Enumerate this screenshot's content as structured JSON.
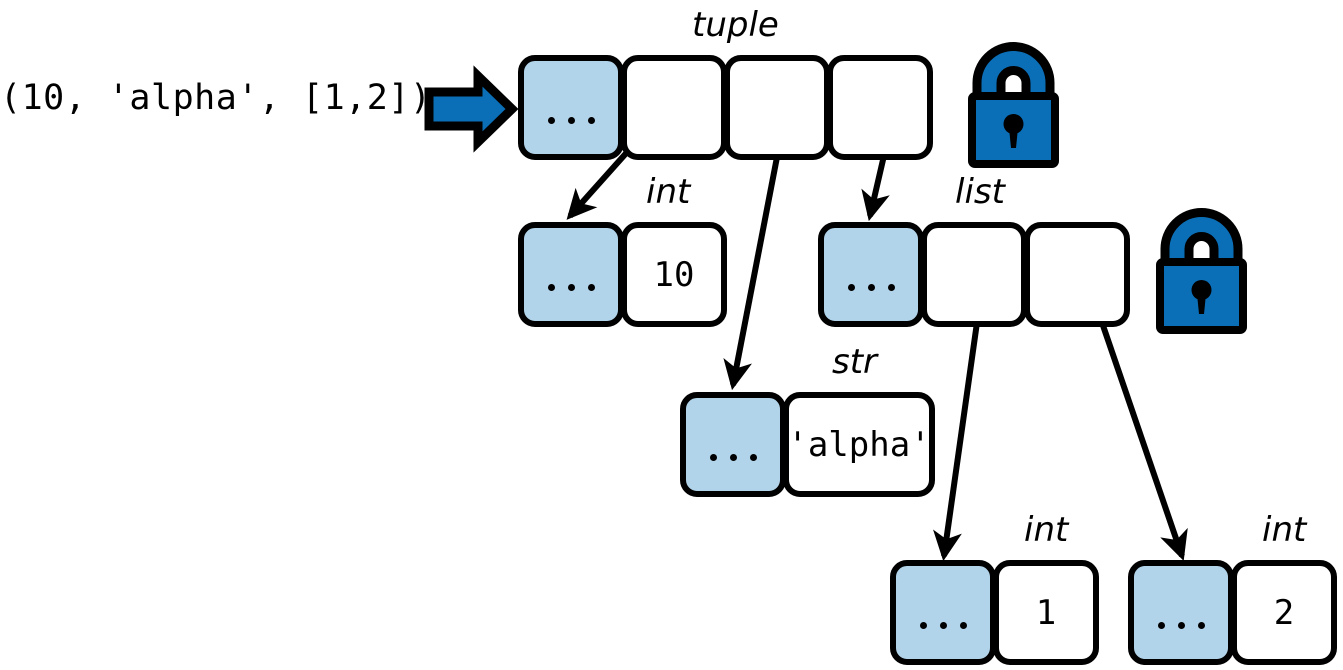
{
  "diagram": {
    "title": "python-object-reference-diagram",
    "expression": "(10, 'alpha', [1,2])",
    "ellipsis": "...",
    "colors": {
      "ref_cell_fill": "#b2d4ea",
      "lock_fill": "#0b6fb8",
      "arrow_fill": "#0b6fb8",
      "outline": "#000000",
      "background": "#ffffff"
    },
    "source_arrow": {
      "name": "evaluates-to-arrow",
      "direction": "right"
    },
    "objects": [
      {
        "id": "tuple-object",
        "type_label": "tuple",
        "ref_text": "...",
        "slots": [
          "",
          "",
          ""
        ],
        "mutability": "immutable",
        "lock": "closed-lock-icon"
      },
      {
        "id": "int-object-10",
        "type_label": "int",
        "ref_text": "...",
        "value": "10",
        "mutability": "immutable",
        "lock": null
      },
      {
        "id": "list-object",
        "type_label": "list",
        "ref_text": "...",
        "slots": [
          "",
          ""
        ],
        "mutability": "mutable",
        "lock": "open-lock-icon"
      },
      {
        "id": "str-object-alpha",
        "type_label": "str",
        "ref_text": "...",
        "value": "'alpha'",
        "mutability": "immutable",
        "lock": null
      },
      {
        "id": "int-object-1",
        "type_label": "int",
        "ref_text": "...",
        "value": "1",
        "mutability": "immutable",
        "lock": null
      },
      {
        "id": "int-object-2",
        "type_label": "int",
        "ref_text": "...",
        "value": "2",
        "mutability": "immutable",
        "lock": null
      }
    ],
    "edges": [
      {
        "from": "tuple-slot-0",
        "to": "int-object-10"
      },
      {
        "from": "tuple-slot-1",
        "to": "str-object-alpha"
      },
      {
        "from": "tuple-slot-2",
        "to": "list-object"
      },
      {
        "from": "list-slot-0",
        "to": "int-object-1"
      },
      {
        "from": "list-slot-1",
        "to": "int-object-2"
      }
    ]
  }
}
